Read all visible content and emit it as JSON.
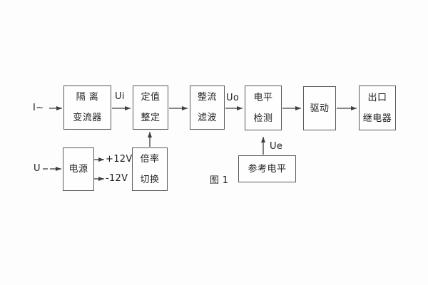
{
  "caption": "图 1",
  "labels": {
    "input_current": "I~",
    "input_voltage": "U",
    "signal_ui": "Ui",
    "signal_uo": "Uo",
    "signal_ue": "Ue",
    "rail_positive": "+12V",
    "rail_negative": "-12V"
  },
  "blocks": {
    "isolation_transformer": {
      "line1": "隔 离",
      "line2": "变流器"
    },
    "setting_adjust": {
      "line1": "定值",
      "line2": "整定"
    },
    "rectify_filter": {
      "line1": "整流",
      "line2": "滤波"
    },
    "level_detect": {
      "line1": "电平",
      "line2": "检测"
    },
    "drive": {
      "label": "驱动"
    },
    "output_relay": {
      "line1": "出口",
      "line2": "继电器"
    },
    "power_supply": {
      "label": "电源"
    },
    "ratio_switch": {
      "line1": "倍率",
      "line2": "切换"
    },
    "reference_level": {
      "label": "参考电平"
    }
  },
  "colors": {
    "background": "#fdfdfd",
    "box_border": "#5a5a5a",
    "line": "#3f3f3f",
    "text": "#1f1f1f"
  }
}
